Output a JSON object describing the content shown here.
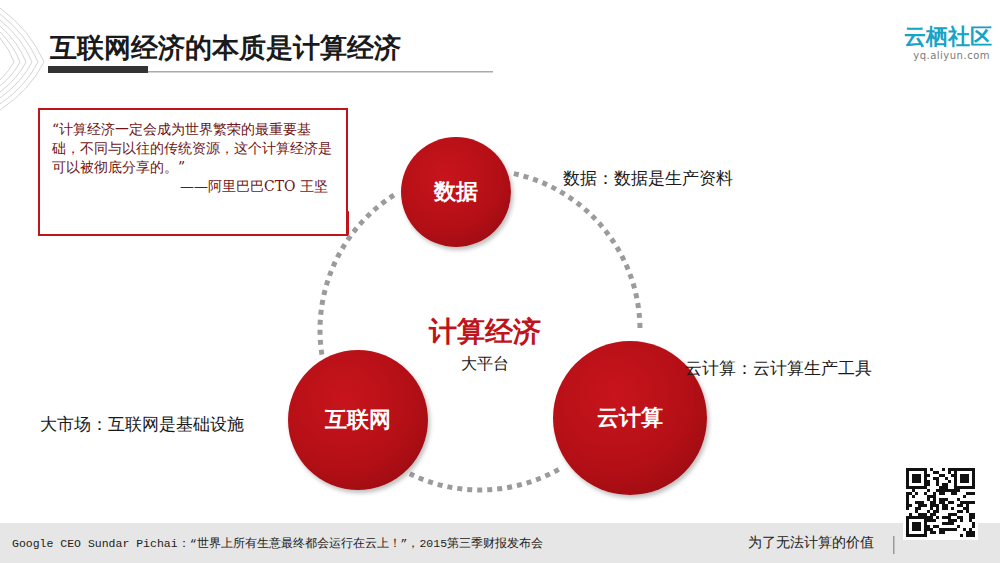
{
  "diagram": {
    "title": "互联网经济的本质是计算经济",
    "nodes": [
      {
        "text": [
          "“计算经济一定会成为世界繁荣的最重要基础，不同与以往的传统资源，这个计算经济是可以被彻底分享的。”",
          "——阿里巴巴CTO 王坚"
        ]
      },
      {
        "text": [
          "数据"
        ]
      },
      {
        "text": [
          "互联网"
        ]
      },
      {
        "text": [
          "云计算"
        ]
      }
    ],
    "edges": [
      {
        "from": 1,
        "to": 3,
        "arrow": "none"
      },
      {
        "from": 3,
        "to": 2,
        "arrow": "none"
      },
      {
        "from": 2,
        "to": 1,
        "arrow": "none"
      }
    ],
    "labels": [
      "计算经济",
      "大平台",
      "数据：数据是生产资料",
      "云计算：云计算生产工具",
      "大市场：互联网是基础设施",
      "云栖社区",
      "yq.aliyun.com",
      "Google CEO Sundar Pichai：“世界上所有生意最终都会运行在云上！”，2015第三季财报发布会",
      "为了无法计算的价值"
    ]
  }
}
